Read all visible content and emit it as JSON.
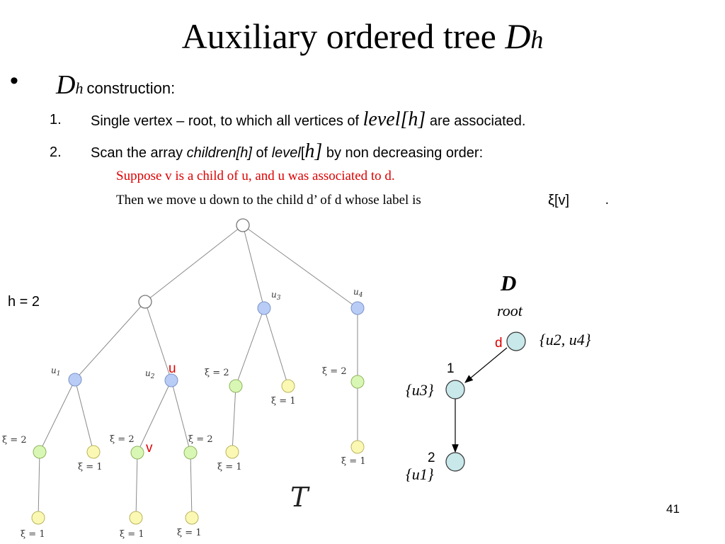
{
  "title": {
    "text": "Auxiliary ordered tree ",
    "D": "D",
    "sub": "h"
  },
  "bullet": {
    "marker": "•",
    "D": "D",
    "h": "h",
    "text": "construction:"
  },
  "steps": [
    {
      "num": "1.",
      "a": "Single vertex – root, to which all vertices of ",
      "b": "level[h]",
      "c": " are associated."
    },
    {
      "num": "2.",
      "a": "Scan the array ",
      "b": "children[h]",
      "c": " of ",
      "d": "level",
      "e": "[",
      "f": "h]",
      "g": " by non decreasing order:"
    }
  ],
  "notes": {
    "red": "Suppose v is a child of u, and u was associated to d.",
    "black_a": "Then we move u down to the child d’ of d whose label is",
    "xi": "ξ[v]",
    "dot": "."
  },
  "tree_T": {
    "name": "T",
    "h_label": "h = 2",
    "labels": {
      "u1": "u",
      "u1s": "1",
      "u2": "u",
      "u2s": "2",
      "u3": "u",
      "u3s": "3",
      "u4": "u",
      "u4s": "4",
      "u_red": "u",
      "v_red": "v"
    },
    "xi2": "ξ = 2",
    "xi1": "ξ = 1"
  },
  "tree_D": {
    "name": "D",
    "root": "root",
    "d": "d",
    "root_set": "{u2, u4}",
    "edge1": "1",
    "set1": "{u3}",
    "edge2": "2",
    "set2": "{u1}"
  },
  "page_number": "41",
  "colors": {
    "red": "#dd0000",
    "blue_node": "#b9ccf6",
    "green_node": "#d9f7b4",
    "yellow_node": "#fbf8b4",
    "d_node": "#c8e8ea"
  }
}
